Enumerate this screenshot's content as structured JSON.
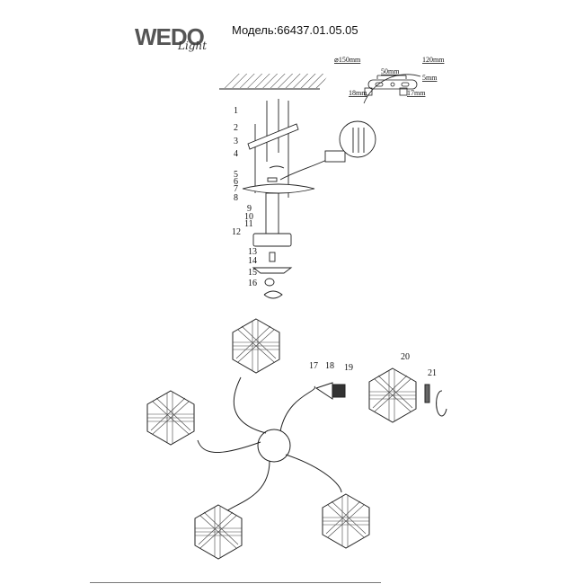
{
  "header": {
    "brand": "WEDO",
    "brand_sub": "Light",
    "model_label": "Модель:66437.01.05.05"
  },
  "dimensions": {
    "diameter": "⌀150mm",
    "width": "120mm",
    "hole_spacing": "50mm",
    "thickness": "5mm",
    "left_slot": "18mm",
    "right_slot": "17mm"
  },
  "part_labels": [
    "1",
    "2",
    "3",
    "4",
    "5",
    "6",
    "7",
    "8",
    "9",
    "10",
    "11",
    "12",
    "13",
    "14",
    "15",
    "16",
    "17",
    "18",
    "19",
    "20",
    "21"
  ],
  "colors": {
    "line": "#111111",
    "background": "#ffffff",
    "rule": "#777777"
  }
}
